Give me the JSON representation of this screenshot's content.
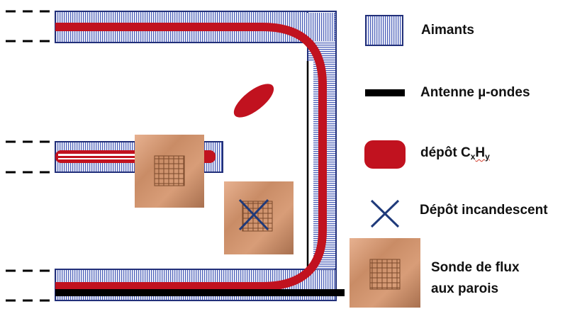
{
  "colors": {
    "magnet_stripe": "#4a5fb8",
    "magnet_border": "#22307a",
    "deposit": "#c1121f",
    "antenna": "#000000",
    "incandescent": "#1f3a7a",
    "probe": "#c58a64"
  },
  "legend": {
    "magnets": "Aimants",
    "antenna": "Antenne µ-ondes",
    "deposit_prefix": "dépôt C",
    "deposit_sub_x": "x",
    "deposit_mid": "H",
    "deposit_sub_y": "y",
    "incandescent": "Dépôt incandescent",
    "probe_line1": "Sonde de flux",
    "probe_line2": "aux parois"
  },
  "icons": {
    "magnet": "striped-rectangle-icon",
    "antenna": "black-bar-icon",
    "deposit": "red-rounded-rectangle-icon",
    "incandescent": "cross-icon",
    "probe": "probe-grid-icon"
  }
}
